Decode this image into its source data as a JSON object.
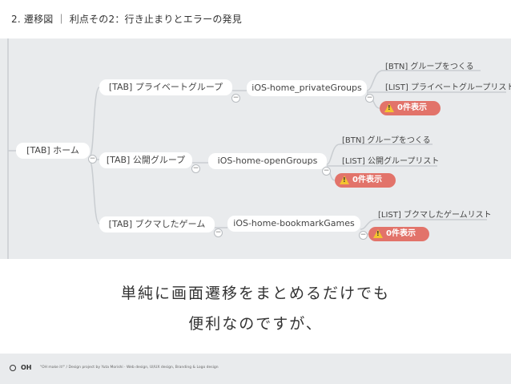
{
  "header": {
    "title": "2. 遷移図 ｜ 利点その2：行き止まりとエラーの発見"
  },
  "mindmap": {
    "root": "[TAB] ホーム",
    "tabs": [
      "[TAB] プライベートグループ",
      "[TAB] 公開グループ",
      "[TAB] ブクマしたゲーム"
    ],
    "screens": [
      "iOS-home_privateGroups",
      "iOS-home-openGroups",
      "iOS-home-bookmarkGames"
    ],
    "leaves": {
      "private_btn": "[BTN] グループをつくる",
      "private_list": "[LIST] プライベートグループリスト",
      "open_btn": "[BTN] グループをつくる",
      "open_list": "[LIST] 公開グループリスト",
      "bookmark_list": "[LIST] ブクマしたゲームリスト"
    },
    "warning_label": "0件表示",
    "collapse_glyph": "−"
  },
  "caption": {
    "line1": "単純に画面遷移をまとめるだけでも",
    "line2": "便利なのですが、"
  },
  "footer": {
    "logo": "OH",
    "credits": "\"OH make it!\"  /  Design project by Yuta Morishi  ·  Web design, UI/UX design, Branding & Logo design"
  },
  "colors": {
    "map_background": "#e9ebed",
    "warning": "#e2736a",
    "warning_icon": "#f4c430",
    "connector": "#c9cdd1"
  }
}
